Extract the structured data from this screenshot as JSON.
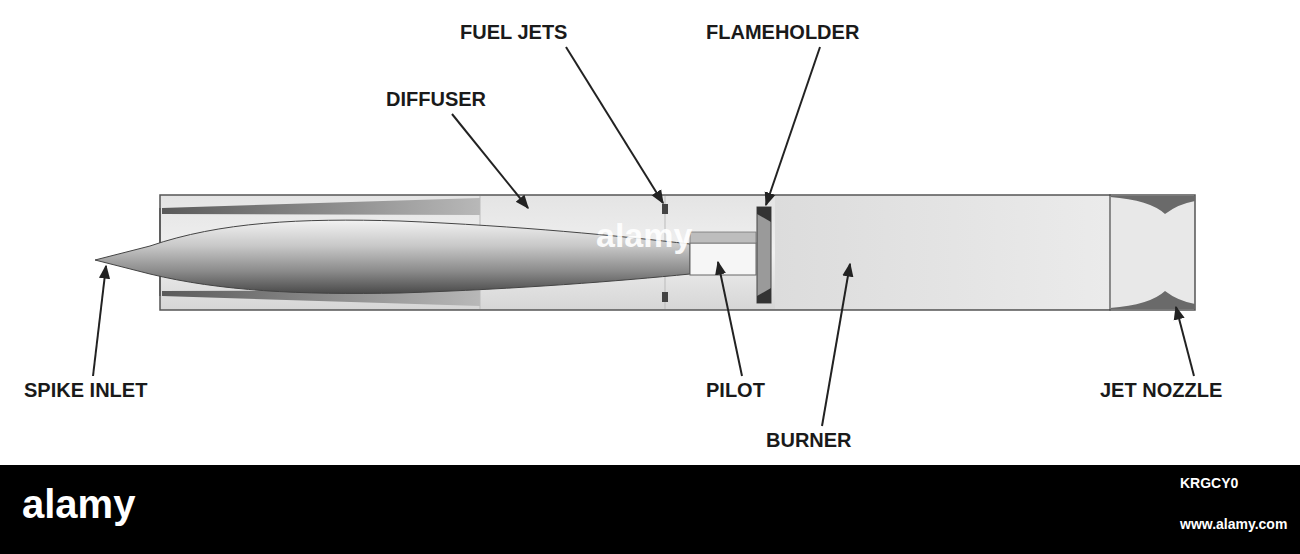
{
  "diagram": {
    "labels": [
      "FUEL JETS",
      "FLAMEHOLDER",
      "DIFFUSER",
      "SPIKE INLET",
      "PILOT",
      "BURNER",
      "JET NOZZLE",
      "alamy",
      "alamy",
      "KRGCY0",
      "www.alamy.com"
    ]
  }
}
